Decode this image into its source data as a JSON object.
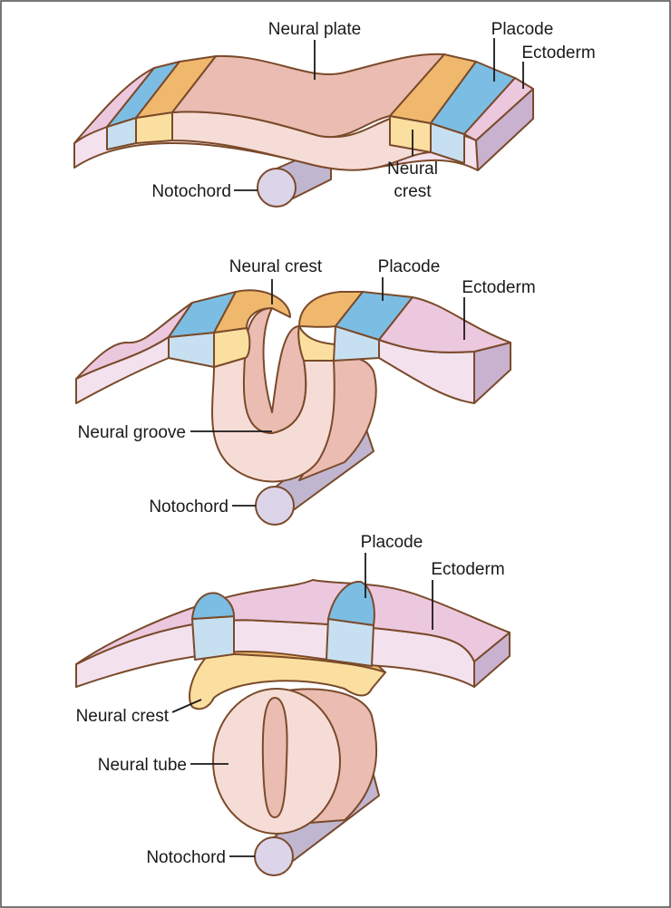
{
  "colors": {
    "neural_plate_top": "#eabcb2",
    "neural_plate_side": "#f6dcd6",
    "neural_crest_top": "#efb86d",
    "neural_crest_side": "#fbdfa0",
    "placode_top": "#7cbde3",
    "placode_side": "#c7e0f1",
    "ectoderm_top": "#ecc8df",
    "ectoderm_side": "#f4e1ee",
    "ectoderm_end": "#c8b2cf",
    "notochord_end": "#dcd5ea",
    "notochord_body": "#c0b6d0",
    "outline": "#7a4a2a"
  },
  "stages": [
    {
      "labels": {
        "neural_plate": "Neural plate",
        "placode": "Placode",
        "ectoderm": "Ectoderm",
        "neural_crest_1": "Neural",
        "neural_crest_2": "crest",
        "notochord": "Notochord"
      }
    },
    {
      "labels": {
        "neural_crest": "Neural crest",
        "placode": "Placode",
        "ectoderm": "Ectoderm",
        "neural_groove": "Neural groove",
        "notochord": "Notochord"
      }
    },
    {
      "labels": {
        "placode": "Placode",
        "ectoderm": "Ectoderm",
        "neural_crest": "Neural crest",
        "neural_tube": "Neural tube",
        "notochord": "Notochord"
      }
    }
  ]
}
